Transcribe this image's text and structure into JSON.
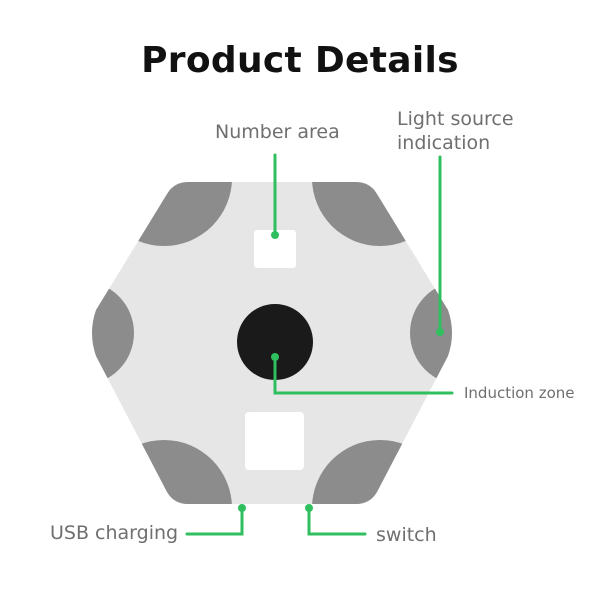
{
  "title": "Product Details",
  "colors": {
    "hexagon_fill": "#e6e6e6",
    "corner_lobe": "#8c8c8c",
    "center_sensor": "#1a1a1a",
    "number_window": "#ffffff",
    "leader_line": "#2fbf5f",
    "label_text": "#6f6f6f"
  },
  "callouts": {
    "number_area": "Number area",
    "light_source": [
      "Light source",
      "indication"
    ],
    "induction_zone": "Induction zone",
    "usb_charging": "USB charging",
    "switch": "switch"
  }
}
